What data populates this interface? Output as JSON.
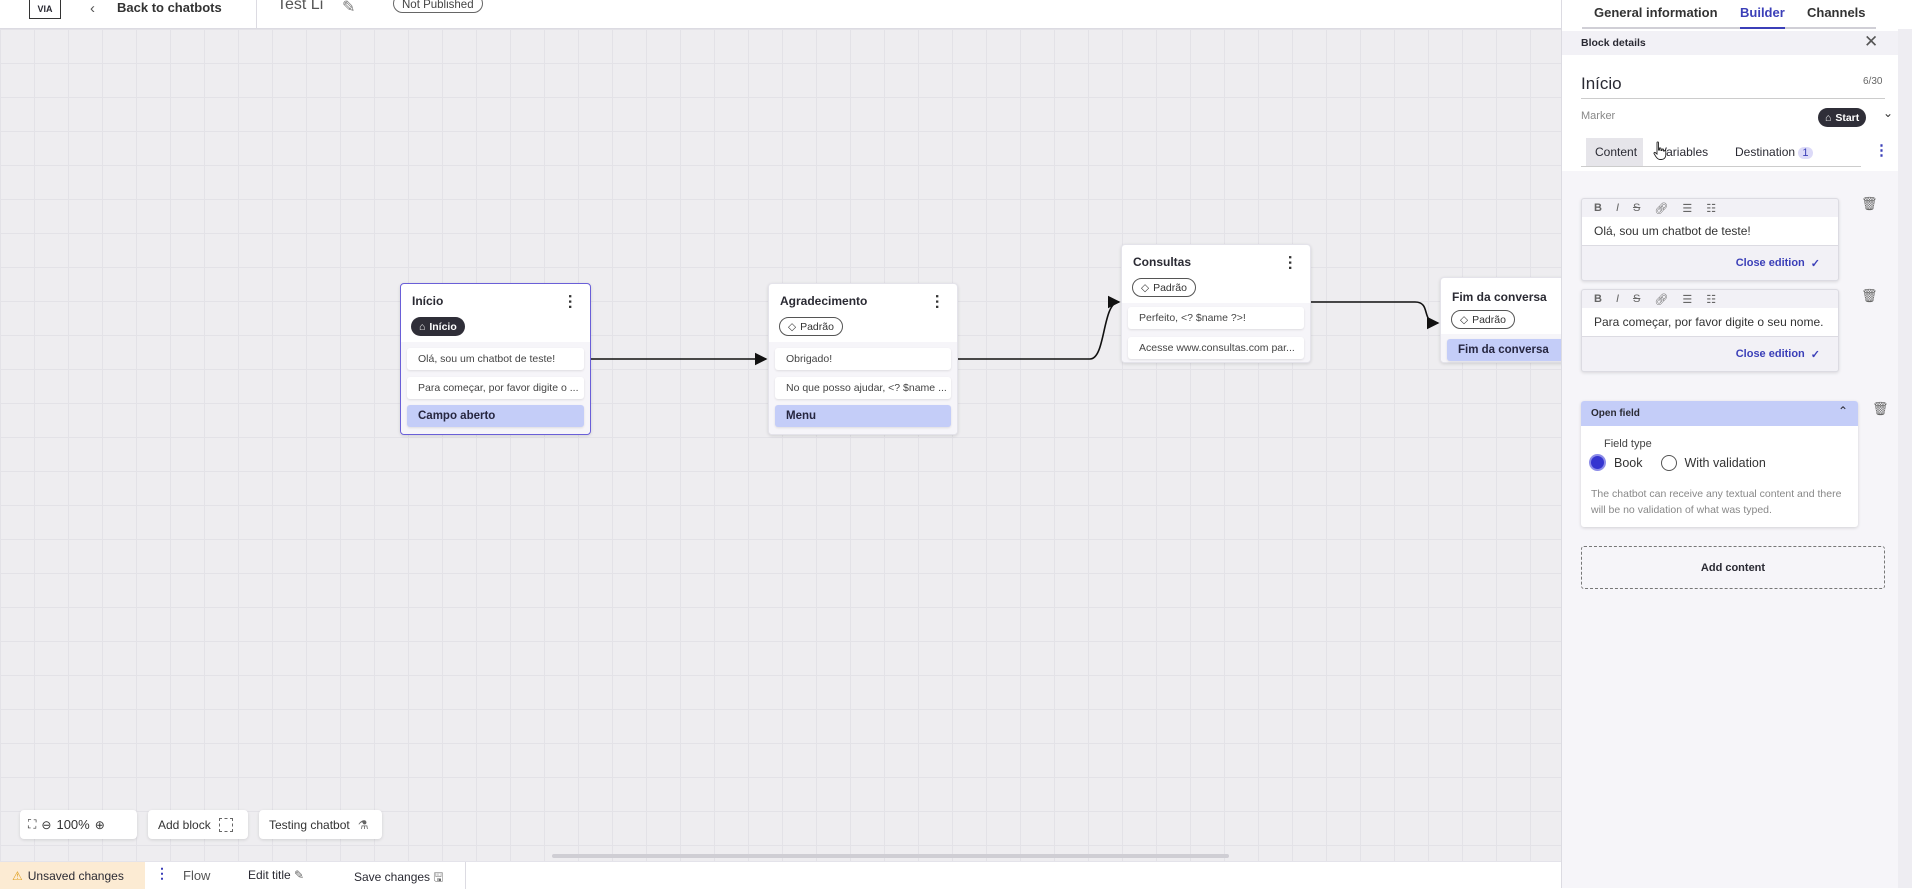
{
  "header": {
    "back_label": "Back to chatbots",
    "title": "Test Li",
    "status": "Not Published"
  },
  "canvas": {
    "nodes": [
      {
        "title": "Início",
        "marker": "Início",
        "items": [
          "Olá, sou um chatbot de teste!",
          "Para começar, por favor digite o ..."
        ],
        "field": "Campo aberto"
      },
      {
        "title": "Agradecimento",
        "marker": "Padrão",
        "items": [
          "Obrigado!",
          "No que posso ajudar, <? $name ..."
        ],
        "field": "Menu"
      },
      {
        "title": "Consultas",
        "marker": "Padrão",
        "items": [
          "Perfeito, <? $name ?>!",
          "Acesse www.consultas.com par..."
        ]
      },
      {
        "title": "Fim da conversa",
        "marker": "Padrão",
        "field": "Fim da conversa"
      }
    ],
    "toolbar": {
      "zoom": "100%",
      "add_block": "Add block",
      "testing": "Testing chatbot"
    }
  },
  "statusbar": {
    "unsaved": "Unsaved changes",
    "flow": "Flow",
    "edit_title": "Edit title",
    "save": "Save changes"
  },
  "panel": {
    "tabs": [
      "General information",
      "Builder",
      "Channels"
    ],
    "active_tab": "Builder",
    "header": "Block details",
    "block_name": "Início",
    "char_count": "6/30",
    "marker_label": "Marker",
    "marker_value": "Start",
    "subtabs": [
      "Content",
      "Variables",
      "Destination"
    ],
    "destination_count": "1",
    "contents": [
      {
        "text": "Olá, sou um chatbot de teste!",
        "close": "Close edition"
      },
      {
        "text": "Para começar, por favor digite o seu nome.",
        "close": "Close edition"
      }
    ],
    "open_field": {
      "title": "Open field",
      "field_type_label": "Field type",
      "options": [
        "Book",
        "With validation"
      ],
      "selected": "Book",
      "description": "The chatbot can receive any textual content and there will be no validation of what was typed."
    },
    "add_content": "Add content"
  },
  "colors": {
    "accent": "#3b3fb8",
    "field_blue": "#c4cdf8",
    "warning_bg": "#fcebd3"
  }
}
